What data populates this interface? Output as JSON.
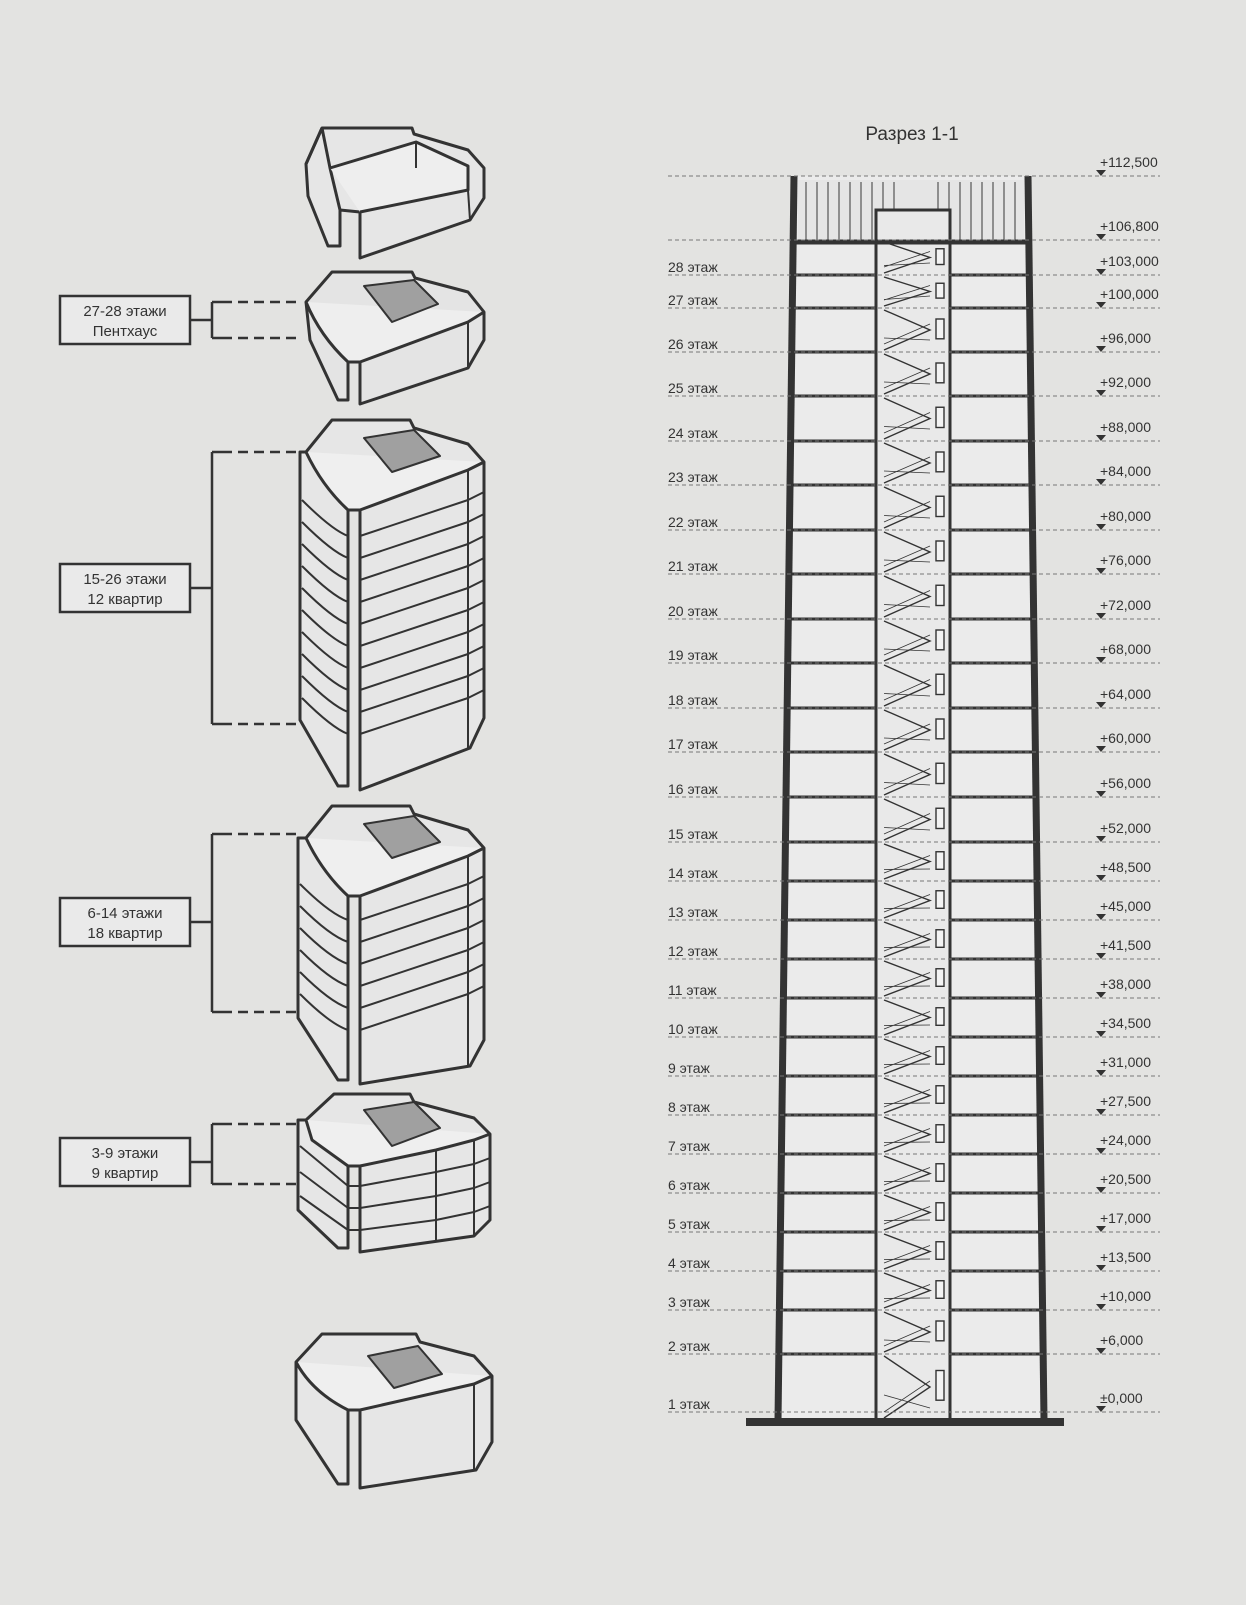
{
  "section": {
    "title": "Разрез 1-1",
    "floors": [
      {
        "label": "1 этаж",
        "level": "±0,000"
      },
      {
        "label": "2 этаж",
        "level": "+6,000"
      },
      {
        "label": "3 этаж",
        "level": "+10,000"
      },
      {
        "label": "4 этаж",
        "level": "+13,500"
      },
      {
        "label": "5 этаж",
        "level": "+17,000"
      },
      {
        "label": "6 этаж",
        "level": "+20,500"
      },
      {
        "label": "7 этаж",
        "level": "+24,000"
      },
      {
        "label": "8 этаж",
        "level": "+27,500"
      },
      {
        "label": "9 этаж",
        "level": "+31,000"
      },
      {
        "label": "10 этаж",
        "level": "+34,500"
      },
      {
        "label": "11 этаж",
        "level": "+38,000"
      },
      {
        "label": "12 этаж",
        "level": "+41,500"
      },
      {
        "label": "13 этаж",
        "level": "+45,000"
      },
      {
        "label": "14 этаж",
        "level": "+48,500"
      },
      {
        "label": "15 этаж",
        "level": "+52,000"
      },
      {
        "label": "16 этаж",
        "level": "+56,000"
      },
      {
        "label": "17 этаж",
        "level": "+60,000"
      },
      {
        "label": "18 этаж",
        "level": "+64,000"
      },
      {
        "label": "19 этаж",
        "level": "+68,000"
      },
      {
        "label": "20 этаж",
        "level": "+72,000"
      },
      {
        "label": "21 этаж",
        "level": "+76,000"
      },
      {
        "label": "22 этаж",
        "level": "+80,000"
      },
      {
        "label": "23 этаж",
        "level": "+84,000"
      },
      {
        "label": "24 этаж",
        "level": "+88,000"
      },
      {
        "label": "25 этаж",
        "level": "+92,000"
      },
      {
        "label": "26 этаж",
        "level": "+96,000"
      },
      {
        "label": "27 этаж",
        "level": "+100,000"
      },
      {
        "label": "28 этаж",
        "level": "+103,000"
      }
    ],
    "upper_levels": [
      "+106,800",
      "+112,500"
    ]
  },
  "blocks": [
    {
      "line1": "27-28 этажи",
      "line2": "Пентхаус"
    },
    {
      "line1": "15-26 этажи",
      "line2": "12 квартир"
    },
    {
      "line1": "6-14 этажи",
      "line2": "18 квартир"
    },
    {
      "line1": "3-9 этажи",
      "line2": "9 квартир"
    }
  ],
  "colors": {
    "background": "#e3e3e1",
    "line": "#333333",
    "fill_light": "#eaeaea",
    "fill_mid": "#d6d6d6",
    "fill_dark": "#a0a0a0"
  }
}
